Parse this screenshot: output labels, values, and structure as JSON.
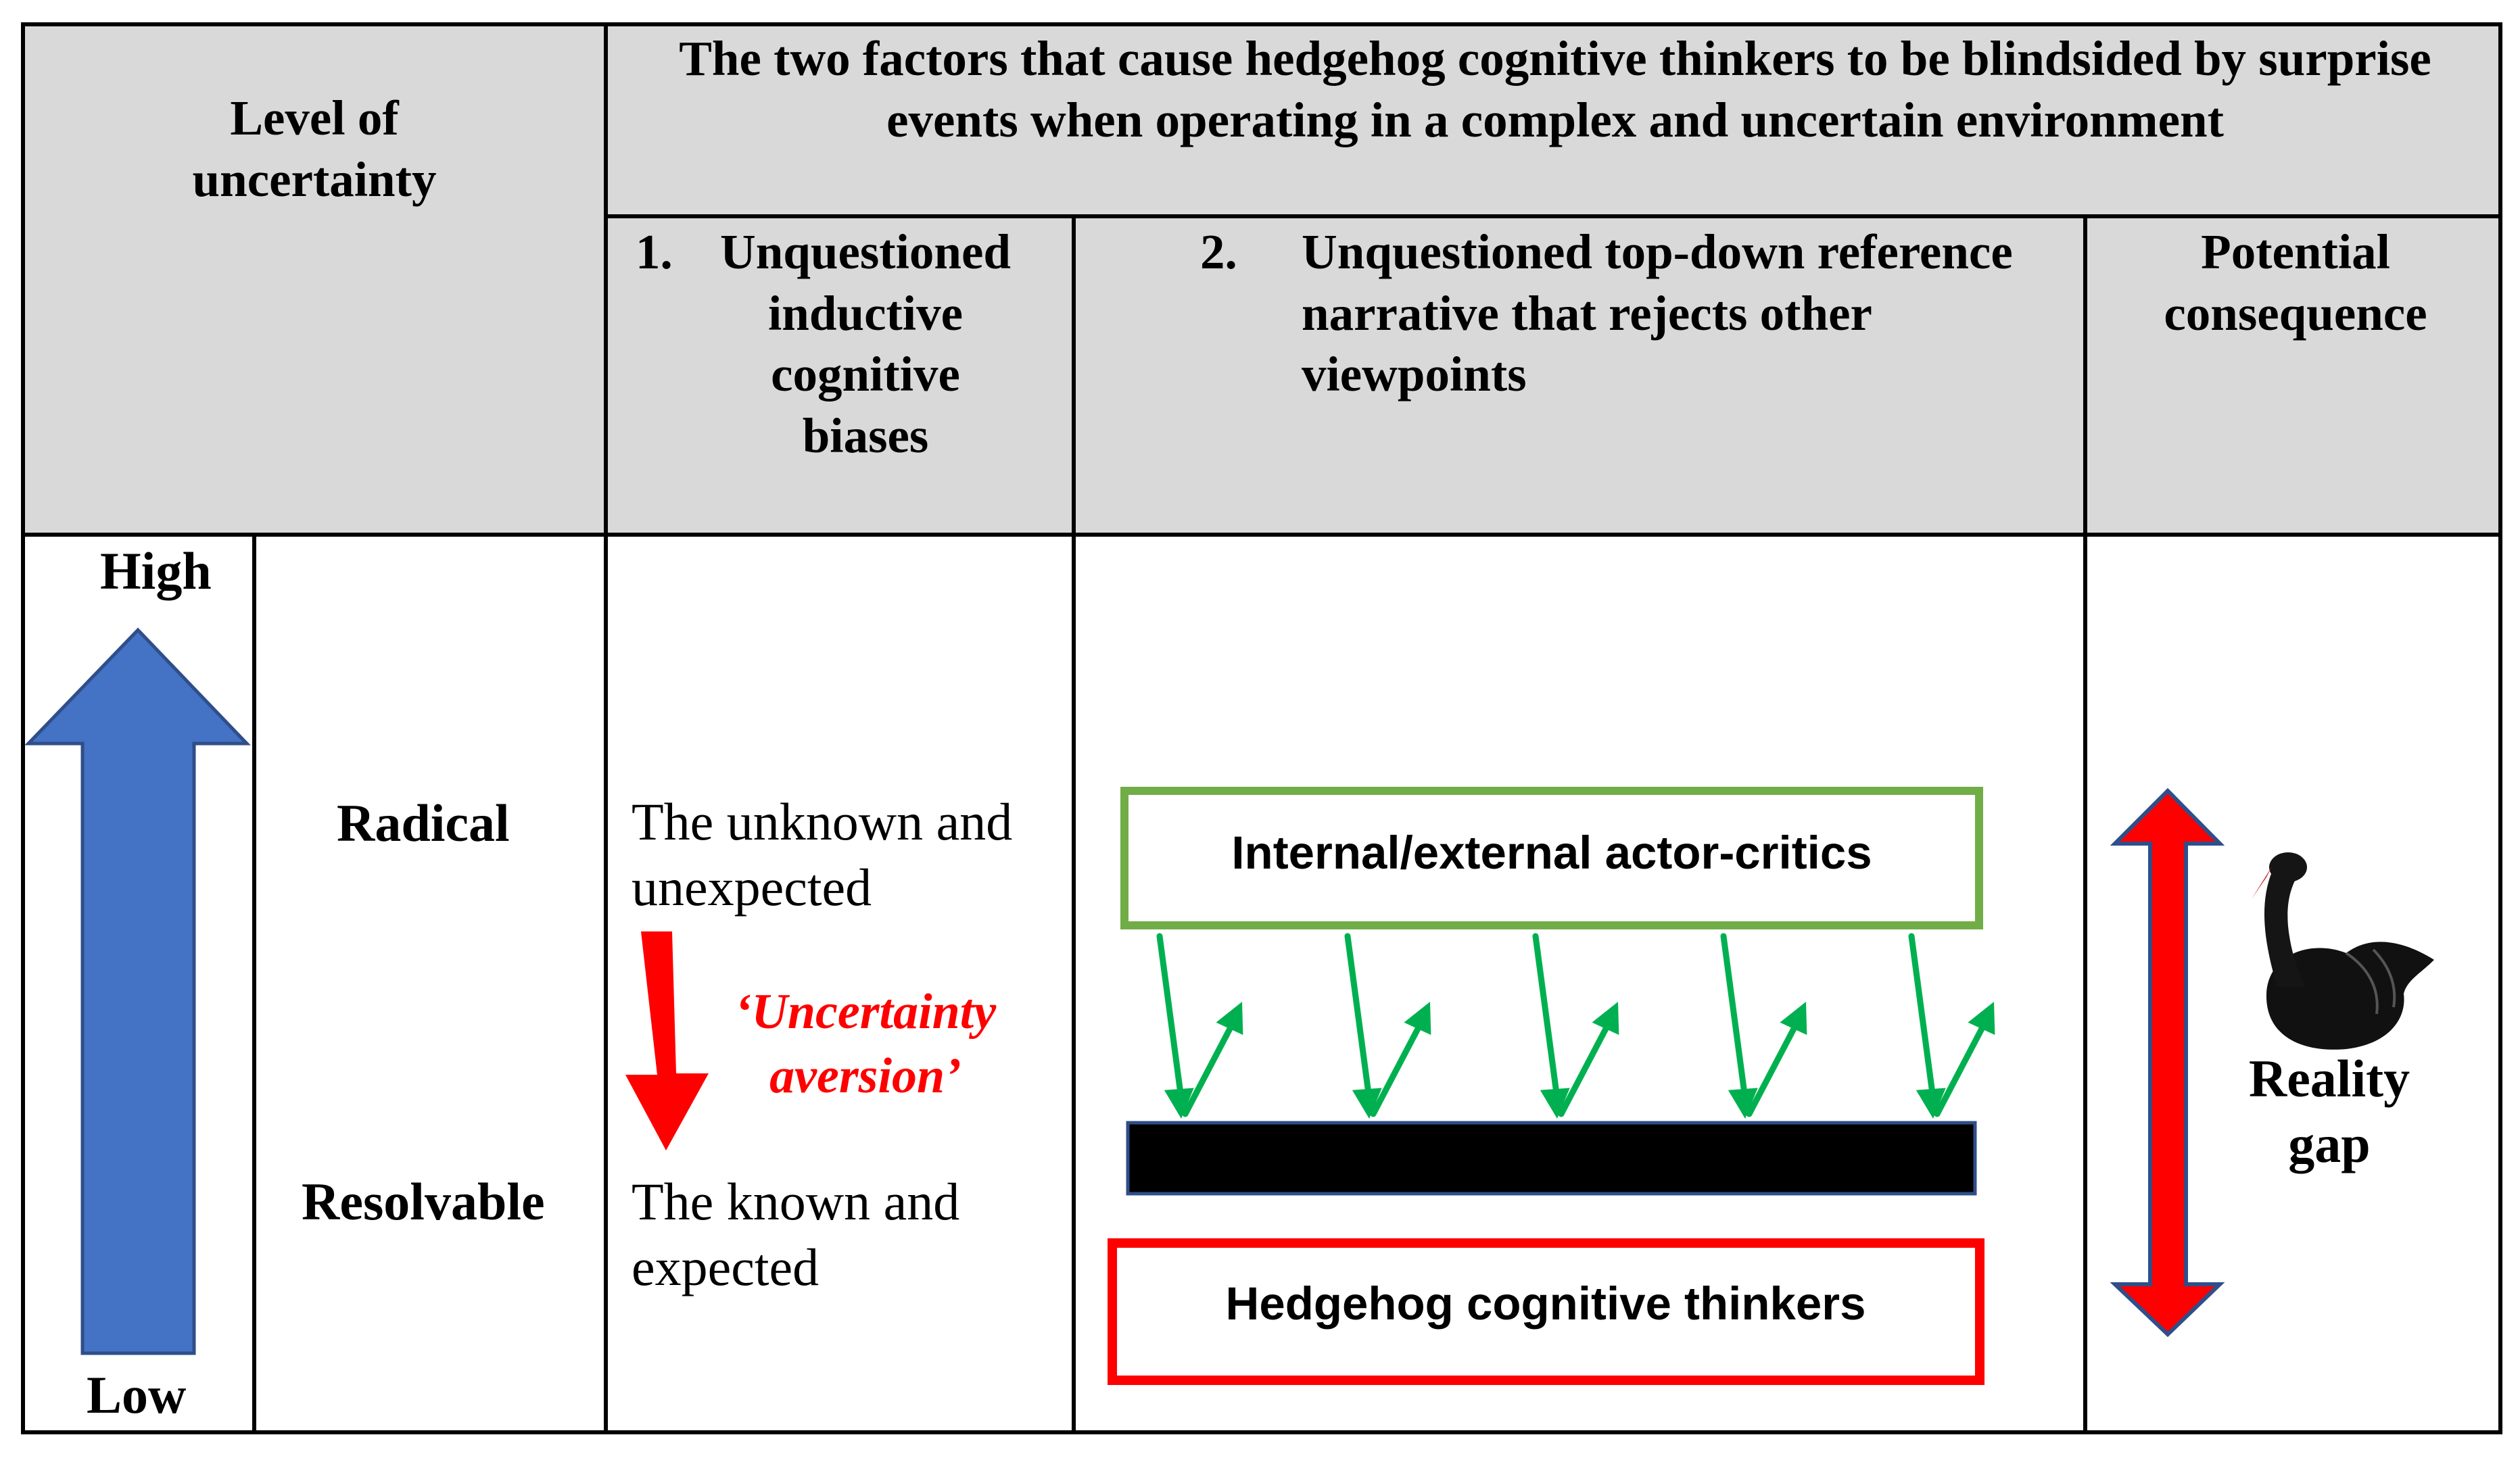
{
  "header": {
    "level_label": "Level of uncertainty",
    "main_title": "The two factors that cause hedgehog cognitive thinkers to be blindsided by surprise events when operating in a complex and uncertain environment",
    "col1_num": "1.",
    "col1_label": "Unquestioned inductive cognitive biases",
    "col2_num": "2.",
    "col2_label": "Unquestioned top-down reference narrative that rejects other viewpoints",
    "col3_label": "Potential consequence"
  },
  "axis": {
    "high": "High",
    "low": "Low",
    "radical": "Radical",
    "resolvable": "Resolvable",
    "arrow_color": "#4472c4"
  },
  "biases": {
    "unknown": "The unknown and unexpected",
    "known": "The known and expected",
    "aversion": "‘Uncertainty aversion’",
    "aversion_color": "#ff0000"
  },
  "narrative": {
    "critics_label": "Internal/external actor-critics",
    "critics_border_color": "#70ad47",
    "thinkers_label": "Hedgehog cognitive thinkers",
    "thinkers_border_color": "#ff0000",
    "barrier_color": "#000000",
    "deflection_arrow_color": "#00b050",
    "deflection_arrow_count": 5
  },
  "consequence": {
    "gap_label": "Reality gap",
    "arrow_fill": "#ff0000",
    "arrow_stroke": "#2f4e8a",
    "icon": "black-swan-icon"
  }
}
